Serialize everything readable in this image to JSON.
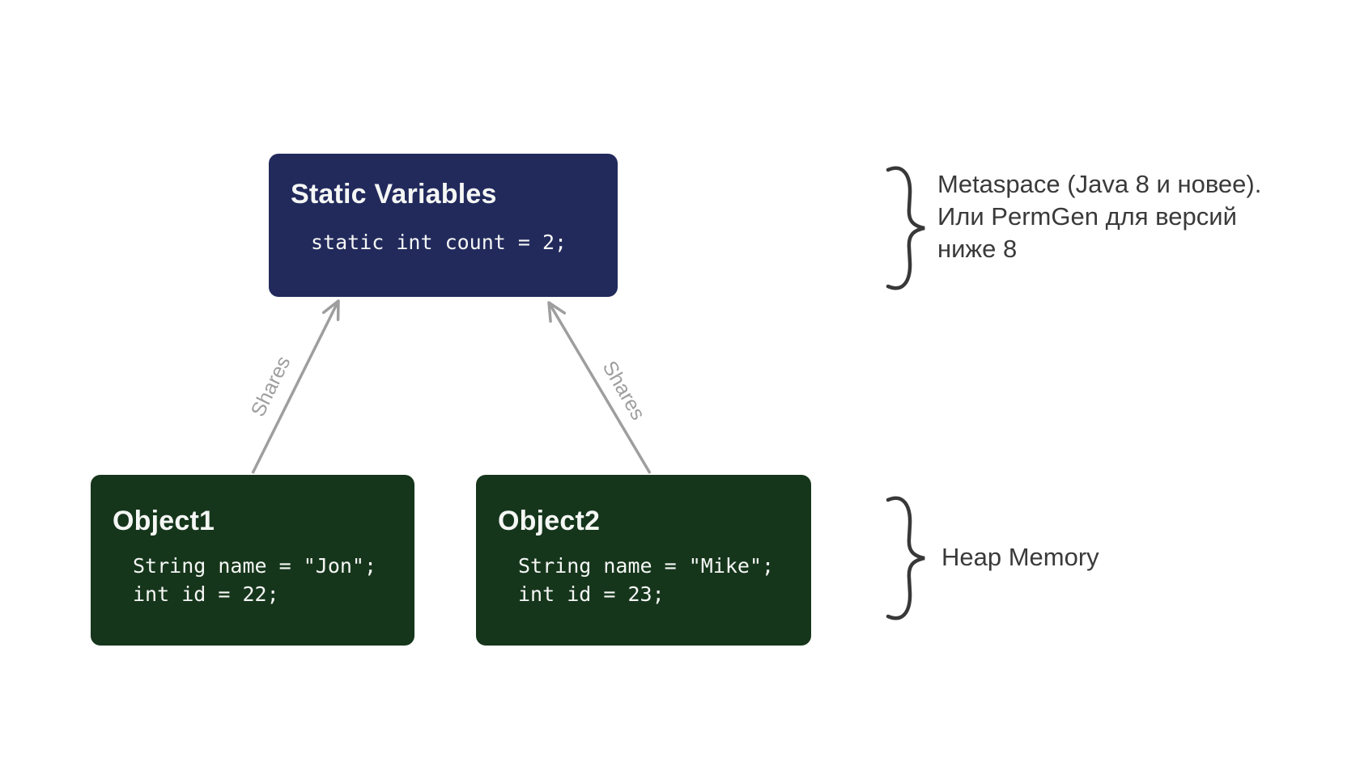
{
  "diagram": {
    "static_box": {
      "title": "Static Variables",
      "code": "static int count = 2;"
    },
    "object1_box": {
      "title": "Object1",
      "code_line1": "String name = \"Jon\";",
      "code_line2": "int id = 22;"
    },
    "object2_box": {
      "title": "Object2",
      "code_line1": "String name = \"Mike\";",
      "code_line2": "int id = 23;"
    },
    "arrows": {
      "left_label": "Shares",
      "right_label": "Shares"
    },
    "annotations": {
      "metaspace_line1": "Metaspace (Java 8 и новее).",
      "metaspace_line2": "Или PermGen для версий",
      "metaspace_line3": "ниже 8",
      "heap_label": "Heap Memory"
    },
    "colors": {
      "static_box_bg": "#222a5c",
      "object_box_bg": "#16361c",
      "box_text": "#f5f7f5",
      "arrow_gray": "#9e9e9e",
      "annotation_text": "#3a3a3a",
      "brace_stroke": "#383838",
      "page_bg": "#ffffff"
    }
  }
}
